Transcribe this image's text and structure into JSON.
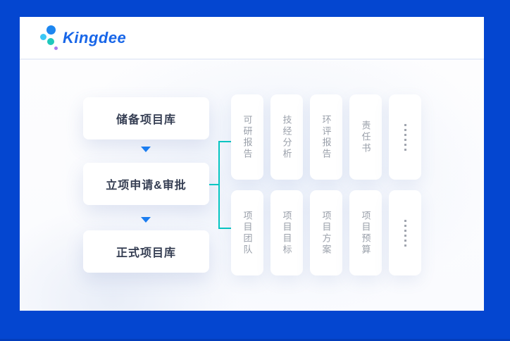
{
  "brand": {
    "name": "Kingdee"
  },
  "flow": {
    "steps": [
      {
        "label": "储备项目库"
      },
      {
        "label": "立项申请&审批"
      },
      {
        "label": "正式项目库"
      }
    ]
  },
  "card_groups": [
    {
      "items": [
        "可研报告",
        "技经分析",
        "环评报告",
        "责任书"
      ]
    },
    {
      "items": [
        "项目团队",
        "项目目标",
        "项目方案",
        "项目预算"
      ]
    }
  ],
  "icons": {
    "logo_mark": "kingdee-four-dots",
    "arrow_down": "triangle-down",
    "more": "vertical-ellipsis"
  },
  "colors": {
    "frame_blue": "#0446d0",
    "brand_blue": "#1866e8",
    "arrow_blue": "#1b7df0",
    "connector_teal": "#06c6c2",
    "step_text": "#343d52",
    "card_text": "#9aa0aa",
    "divider": "#e9eef8"
  }
}
